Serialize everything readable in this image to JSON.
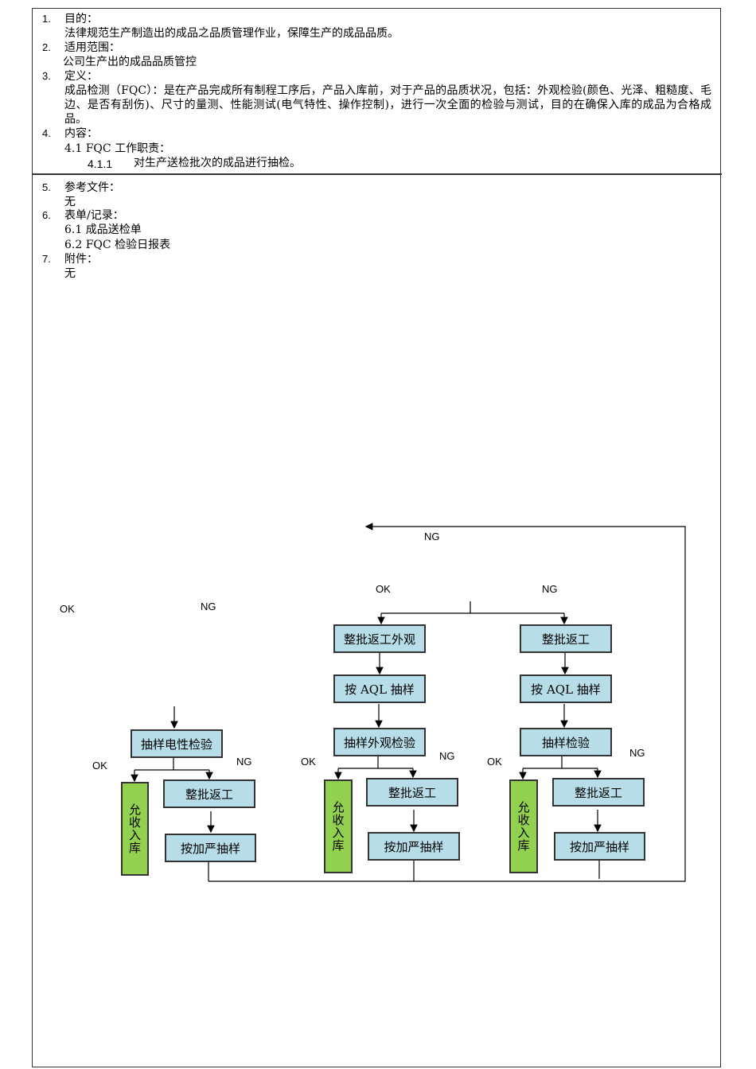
{
  "sections": {
    "s1": {
      "num": "1.",
      "title": "目的：",
      "body": "法律规范生产制造出的成品之品质管理作业，保障生产的成品品质。"
    },
    "s2": {
      "num": "2.",
      "title": "适用范围：",
      "body": "公司生产出的成品品质管控"
    },
    "s3": {
      "num": "3.",
      "title": "定义：",
      "body": "成品检测（FQC）：是在产品完成所有制程工序后，产品入库前，对于产品的品质状况，包括：外观检验(颜色、光泽、粗糙度、毛边、是否有刮伤)、尺寸的量测、性能测试(电气特性、操作控制)，进行一次全面的检验与测试，目的在确保入库的成品为合格成品。"
    },
    "s4": {
      "num": "4.",
      "title": "内容：",
      "sub": "4.1 FQC 工作职责：",
      "item_num": "4.1.1",
      "item": "对生产送检批次的成品进行抽检。"
    },
    "s5": {
      "num": "5.",
      "title": "参考文件：",
      "body": "无"
    },
    "s6": {
      "num": "6.",
      "title": "表单/记录：",
      "items": [
        "6.1 成品送检单",
        "6.2 FQC 检验日报表"
      ]
    },
    "s7": {
      "num": "7.",
      "title": "附件：",
      "body": "无"
    }
  },
  "flowchart": {
    "labels": {
      "top_ng": "NG",
      "ok1": "OK",
      "ng1": "NG",
      "ok_top": "OK",
      "ng_top": "NG",
      "ok_a": "OK",
      "ng_a": "NG",
      "ok_b": "OK",
      "ng_b": "NG",
      "ok_c": "OK",
      "ng_c": "NG"
    },
    "left": {
      "inspect": "抽样电性检验",
      "accept": "允收入库",
      "rework": "整批返工",
      "tighten": "按加严抽样"
    },
    "middle": {
      "rework_top": "整批返工外观",
      "aql": "按 AQL 抽样",
      "inspect": "抽样外观检验",
      "accept": "允收入库",
      "rework": "整批返工",
      "tighten": "按加严抽样"
    },
    "right": {
      "rework_top": "整批返工",
      "aql": "按 AQL 抽样",
      "inspect": "抽样检验",
      "accept": "允收入库",
      "rework": "整批返工",
      "tighten": "按加严抽样"
    },
    "colors": {
      "box": "#b7dde8",
      "accept": "#92d050"
    }
  }
}
